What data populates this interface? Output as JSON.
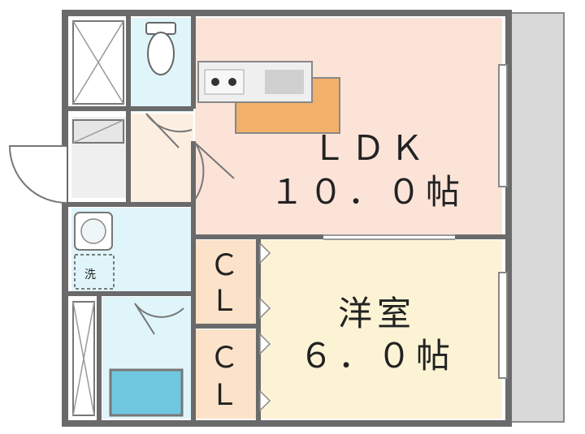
{
  "rooms": {
    "ldk": {
      "name": "ＬＤＫ",
      "size": "１０．０帖",
      "color": "#fbe3d8"
    },
    "yoshitsu": {
      "name": "洋室",
      "size": "６．０帖",
      "color": "#fcf3d5"
    },
    "closet_1": {
      "line1": "Ｃ",
      "line2": "Ｌ",
      "color": "#fbe2c8"
    },
    "closet_2": {
      "line1": "Ｃ",
      "line2": "Ｌ",
      "color": "#fbe2c8"
    },
    "washer": {
      "label": "洗"
    }
  },
  "colors": {
    "wall": "#6a6a6a",
    "water_area": "#dff5fa",
    "bath_tub": "#6fc8e0",
    "kitchen_counter": "#f2b06a",
    "corridor": "#fcefe2",
    "balcony": "#d9d9d9"
  }
}
